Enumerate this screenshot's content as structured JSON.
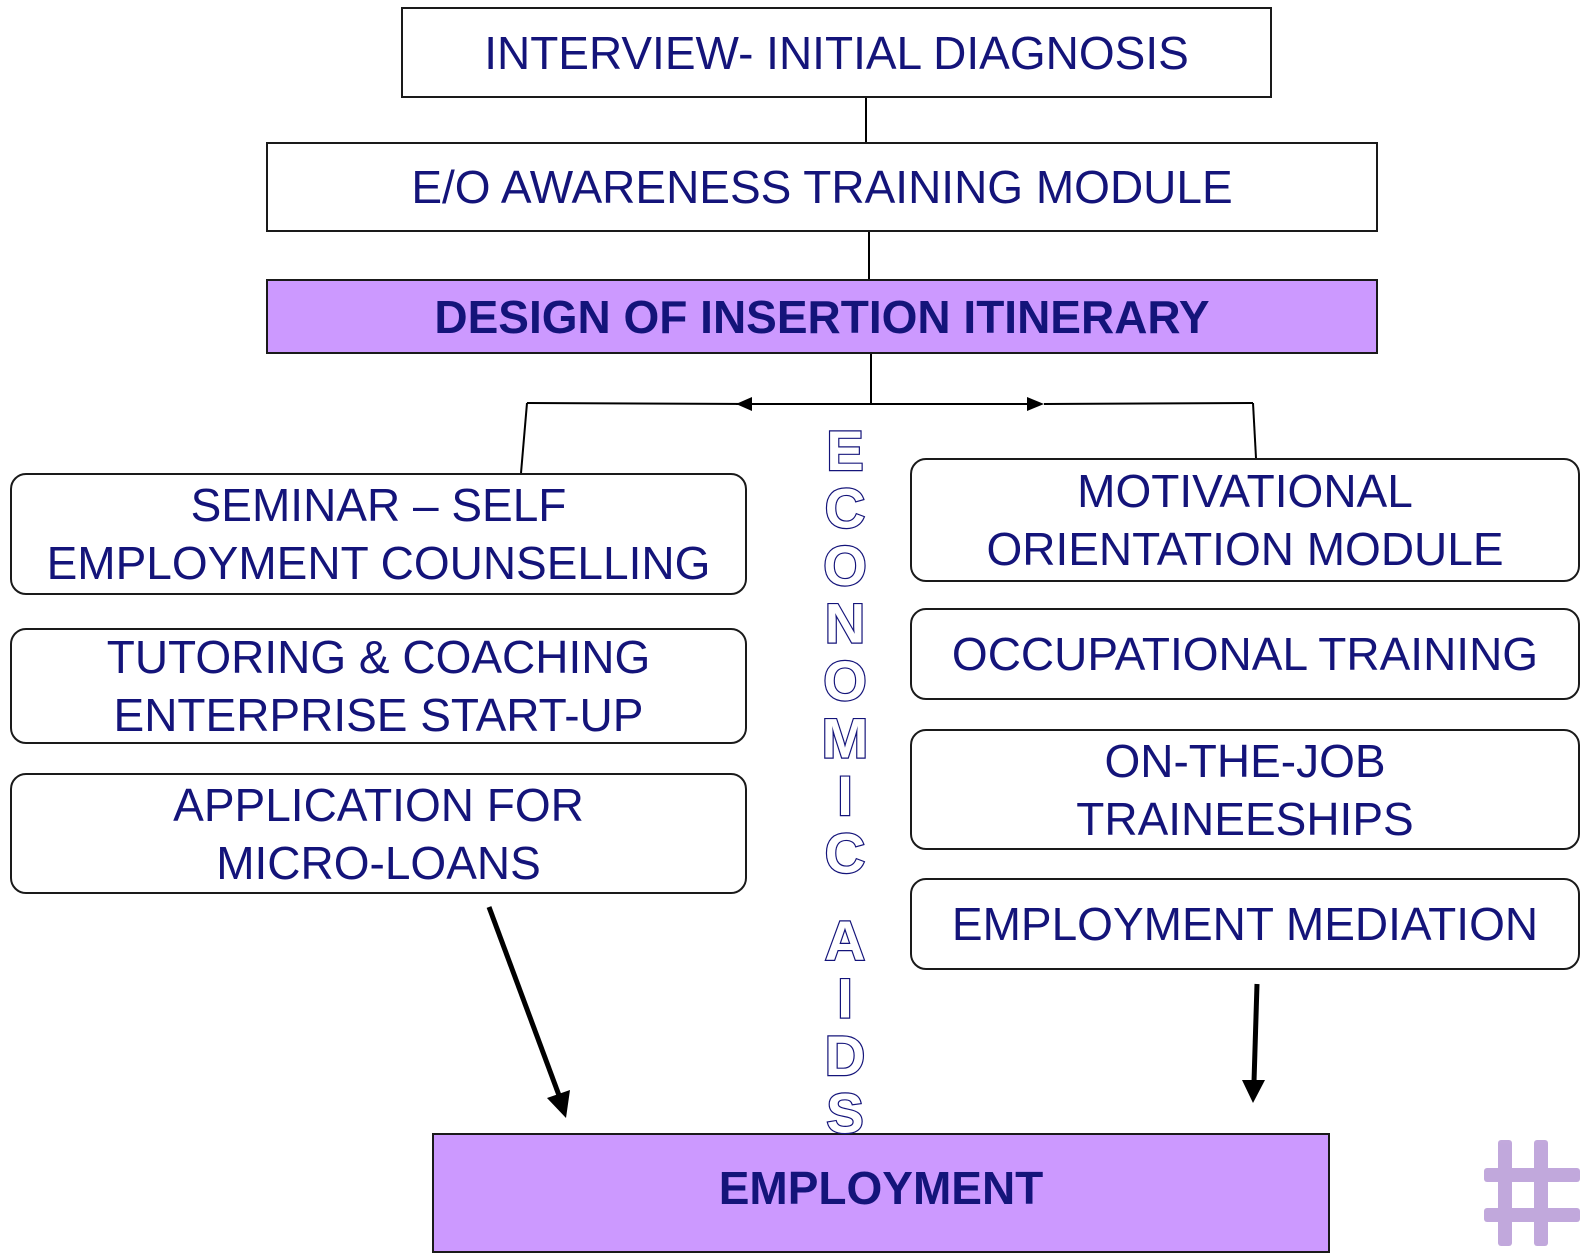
{
  "flowchart": {
    "interview": "INTERVIEW- INITIAL DIAGNOSIS",
    "awareness": "E/O AWARENESS TRAINING MODULE",
    "design": "DESIGN OF INSERTION ITINERARY",
    "left_branch": {
      "seminar": "SEMINAR – SELF\nEMPLOYMENT COUNSELLING",
      "tutoring": "TUTORING & COACHING\nENTERPRISE START-UP",
      "microloans": "APPLICATION FOR\nMICRO-LOANS"
    },
    "right_branch": {
      "motivational": "MOTIVATIONAL\nORIENTATION MODULE",
      "occupational": "OCCUPATIONAL TRAINING",
      "onthejob": "ON-THE-JOB\nTRAINEESHIPS",
      "mediation": "EMPLOYMENT MEDIATION"
    },
    "employment": "EMPLOYMENT",
    "side_label": "ECONOMIC AIDS"
  },
  "colors": {
    "text": "#14147a",
    "highlight_fill": "#cc99ff",
    "border": "#1a1a1a",
    "logo": "#b79ad6"
  },
  "icons": [
    "hash-logo-icon"
  ]
}
